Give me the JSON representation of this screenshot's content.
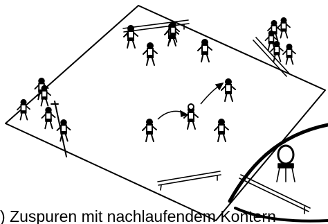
{
  "caption": ") Zuspuren mit nachlaufendem Kontern",
  "colors": {
    "ink": "#000000",
    "paper": "#ffffff",
    "floor_shade": "#d9d9d9"
  },
  "figures": {
    "court": "court-floor",
    "benches": [
      "bench-top",
      "bench-bottom",
      "bench-right-diagonal",
      "bench-bottom-right"
    ],
    "players": [
      "player",
      "player",
      "player",
      "player",
      "player",
      "player",
      "player",
      "player",
      "player"
    ],
    "spectators_left": [
      "spectator",
      "spectator",
      "spectator",
      "spectator",
      "spectator"
    ],
    "spectators_right": [
      "spectator",
      "spectator",
      "spectator",
      "spectator",
      "spectator"
    ],
    "equipment": [
      "net-pole",
      "referee-chair",
      "ball"
    ]
  }
}
